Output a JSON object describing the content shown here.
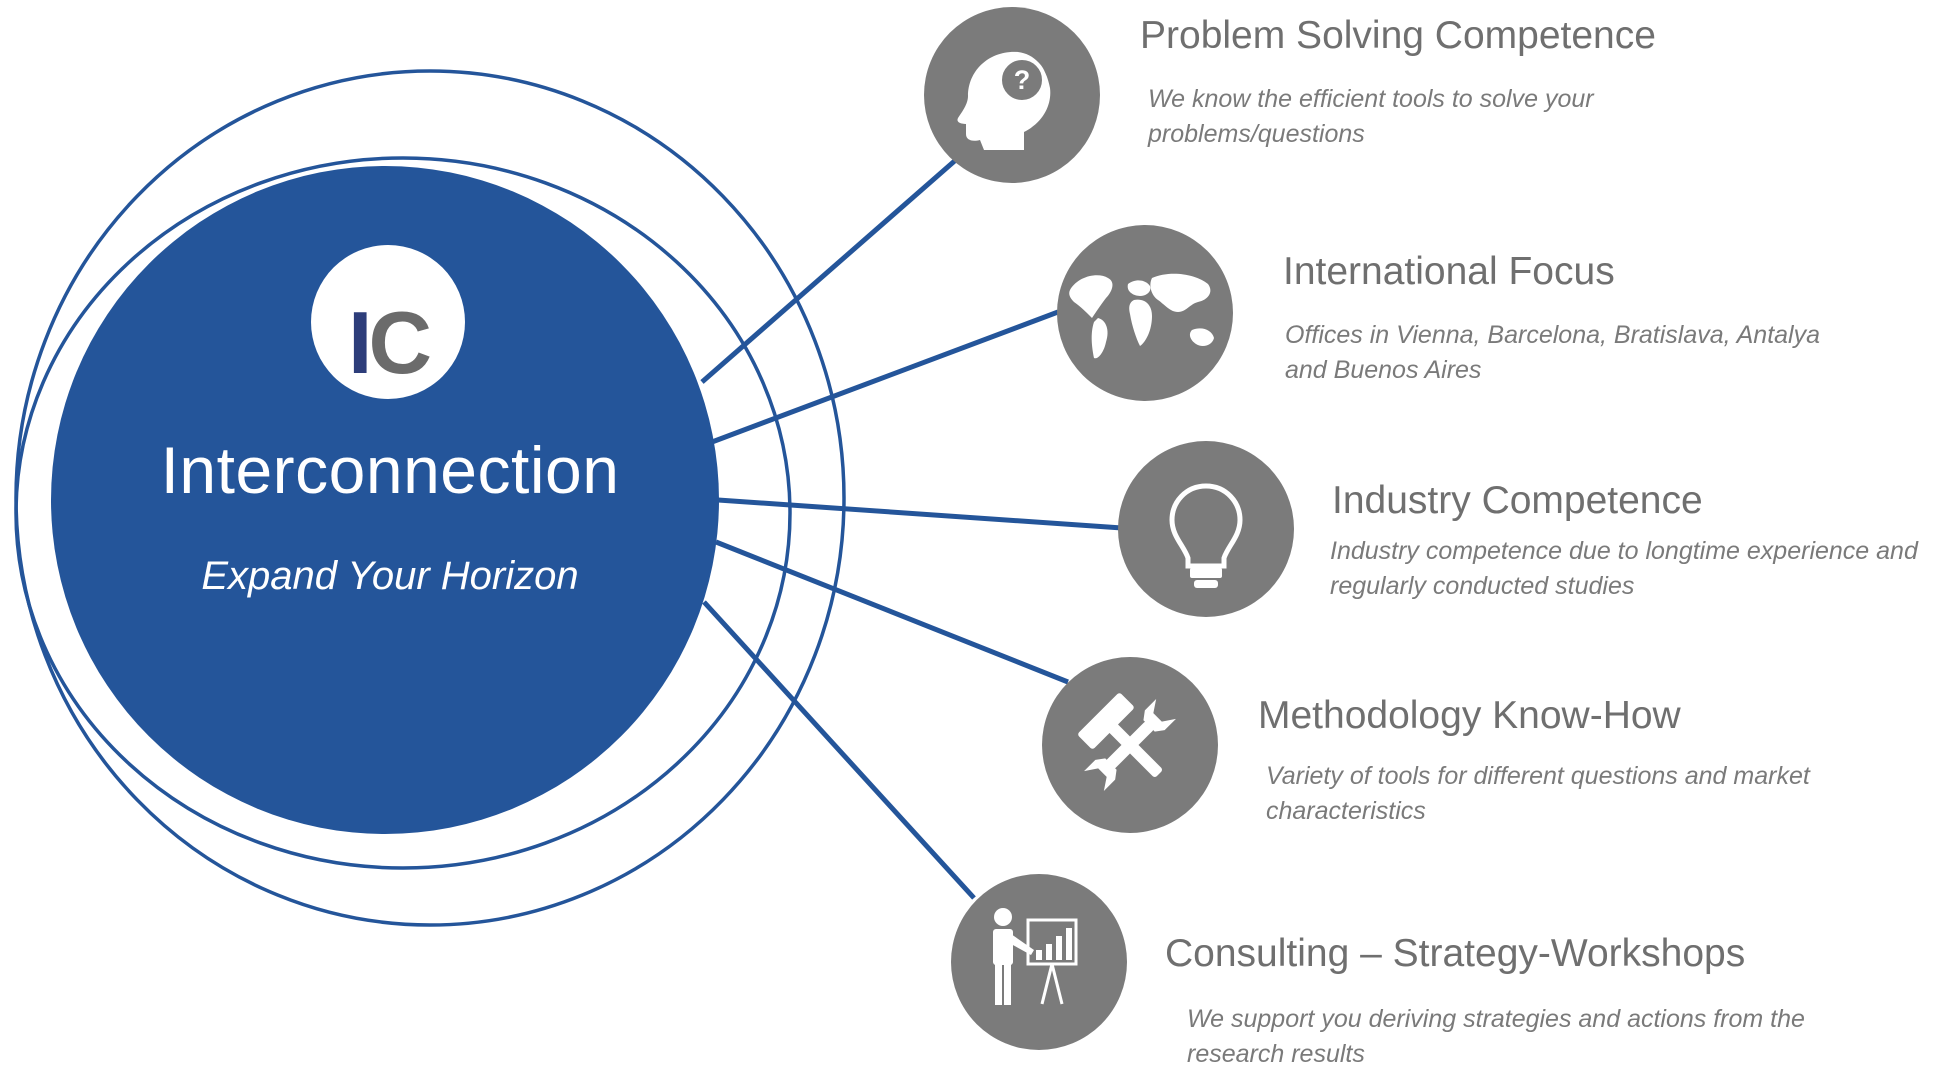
{
  "main": {
    "title": "Interconnection",
    "subtitle": "Expand Your Horizon",
    "logo": {
      "letter1": "I",
      "letter2": "C"
    }
  },
  "colors": {
    "accent": "#24559a",
    "node": "#7b7b7b",
    "text": "#6f6f6f"
  },
  "items": [
    {
      "icon": "head-question-icon",
      "title": "Problem Solving Competence",
      "description_lines": [
        "We know the efficient tools to solve your",
        "problems/questions"
      ]
    },
    {
      "icon": "world-map-icon",
      "title": "International Focus",
      "description_lines": [
        "Offices in Vienna, Barcelona, Bratislava, Antalya",
        "and Buenos Aires"
      ]
    },
    {
      "icon": "lightbulb-icon",
      "title": "Industry Competence",
      "description_lines": [
        "Industry competence due to longtime experience and",
        "regularly conducted studies"
      ]
    },
    {
      "icon": "wrench-hammer-icon",
      "title": "Methodology Know-How",
      "description_lines": [
        "Variety of tools for different questions and market",
        "characteristics"
      ]
    },
    {
      "icon": "presenter-chart-icon",
      "title": "Consulting – Strategy-Workshops",
      "description_lines": [
        "We support you deriving strategies and actions from the",
        "research results"
      ]
    }
  ]
}
